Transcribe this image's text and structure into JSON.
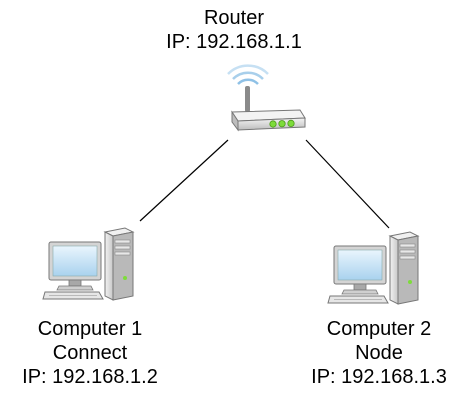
{
  "router": {
    "name": "Router",
    "ip": "IP: 192.168.1.1",
    "icon": "wifi-router-icon"
  },
  "computer1": {
    "name": "Computer 1",
    "role": "Connect",
    "ip": "IP: 192.168.1.2",
    "icon": "desktop-computer-icon"
  },
  "computer2": {
    "name": "Computer 2",
    "role": "Node",
    "ip": "IP: 192.168.1.3",
    "icon": "desktop-computer-icon"
  },
  "colors": {
    "link": "#000000",
    "router_body": "#e4e4e4",
    "router_leds": "#7ddc3a",
    "wifi_waves": "#7fb6e0",
    "screen": "#bfe0f5"
  }
}
